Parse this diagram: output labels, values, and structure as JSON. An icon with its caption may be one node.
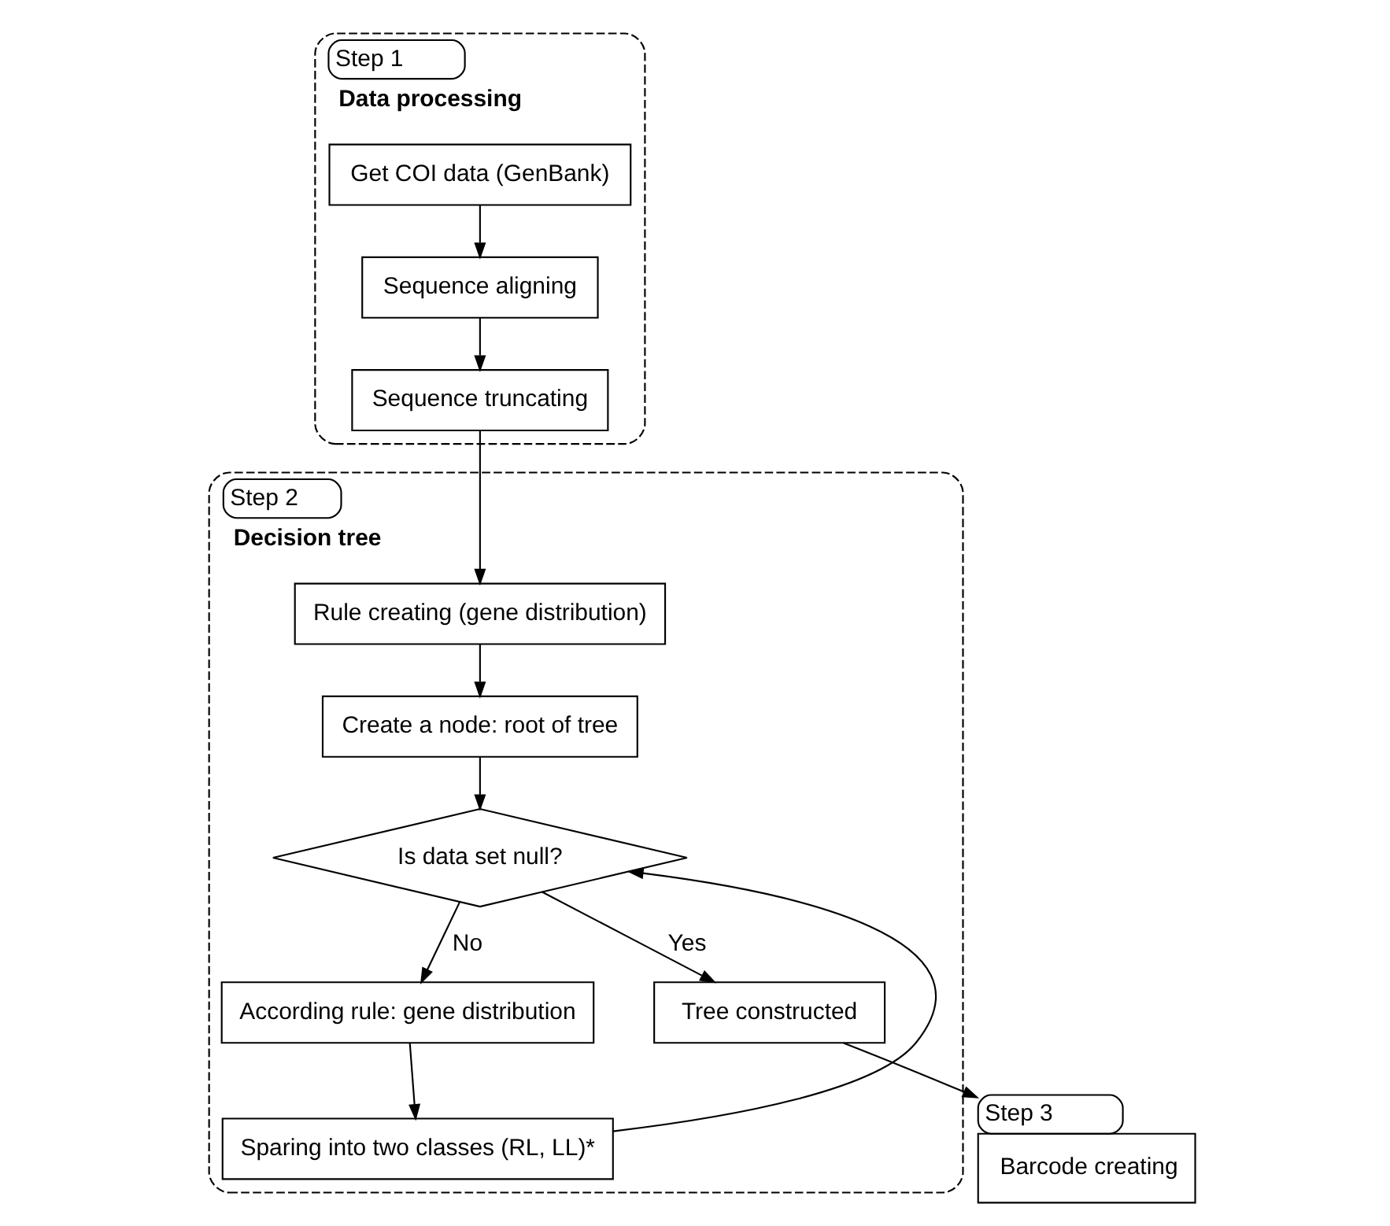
{
  "diagram": {
    "nodes": [
      {
        "text": [
          "Step 1",
          "Data processing"
        ]
      },
      {
        "text": [
          "Get COI data (GenBank)"
        ],
        "in": 0
      },
      {
        "text": [
          "Sequence aligning"
        ],
        "in": 0
      },
      {
        "text": [
          "Sequence truncating"
        ],
        "in": 0
      },
      {
        "text": [
          "Step 2",
          "Decision tree"
        ]
      },
      {
        "text": [
          "Rule creating (gene distribution)"
        ],
        "in": 4
      },
      {
        "text": [
          "Create a node: root of tree"
        ],
        "in": 4
      },
      {
        "text": [
          "Is data set null?"
        ],
        "in": 4
      },
      {
        "text": [
          "According rule: gene distribution"
        ],
        "in": 4
      },
      {
        "text": [
          "Sparing into two classes (RL, LL)*"
        ],
        "in": 4
      },
      {
        "text": [
          "Tree constructed"
        ],
        "in": 4
      },
      {
        "text": [
          "Step 3",
          "Barcode creating"
        ]
      }
    ],
    "edges": [
      {
        "from": 1,
        "to": 2,
        "arrow": "to"
      },
      {
        "from": 2,
        "to": 3,
        "arrow": "to"
      },
      {
        "from": 3,
        "to": 5,
        "arrow": "to"
      },
      {
        "from": 5,
        "to": 6,
        "arrow": "to"
      },
      {
        "from": 6,
        "to": 7,
        "arrow": "to"
      },
      {
        "from": 7,
        "to": 8,
        "arrow": "to",
        "label": "No"
      },
      {
        "from": 8,
        "to": 9,
        "arrow": "to"
      },
      {
        "from": 9,
        "to": 7,
        "arrow": "to"
      },
      {
        "from": 7,
        "to": 10,
        "arrow": "to",
        "label": "Yes"
      },
      {
        "from": 10,
        "to": 11,
        "arrow": "to"
      }
    ]
  }
}
